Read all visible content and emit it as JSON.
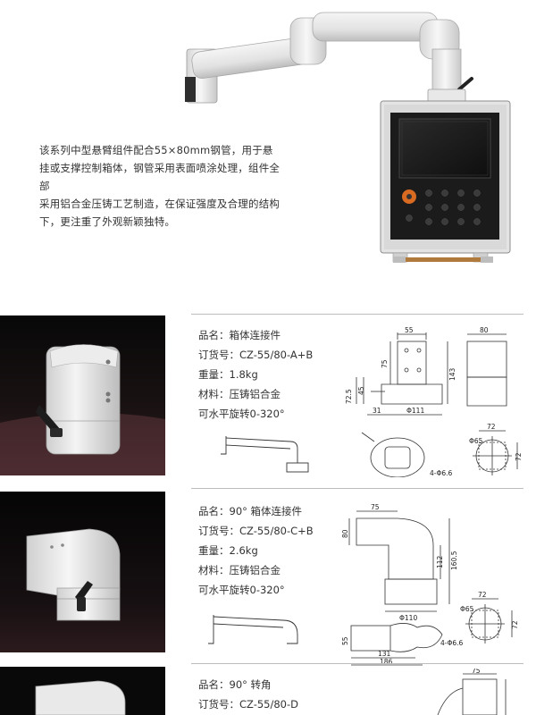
{
  "intro": {
    "lines": [
      "该系列中型悬臂组件配合55×80mm钢管，用于悬",
      "挂或支撑控制箱体，钢管采用表面喷涂处理，组件全部",
      "采用铝合金压铸工艺制造，在保证强度及合理的结构",
      "下，更注重了外观新颖独特。"
    ]
  },
  "products": [
    {
      "name": "品名：箱体连接件",
      "order": "订货号：CZ-55/80-A+B",
      "weight": "重量：1.8kg",
      "material": "材料：压铸铝合金",
      "rotation": "可水平旋转0-320°",
      "dims": {
        "d1": "55",
        "d2": "80",
        "d3": "75",
        "d4": "143",
        "d5": "72.5",
        "d6": "45",
        "d7": "31",
        "d8": "Φ111",
        "d9": "72",
        "d10": "Φ65",
        "d11": "72",
        "d12": "4-Φ6.6"
      }
    },
    {
      "name": "品名：90° 箱体连接件",
      "order": "订货号：CZ-55/80-C+B",
      "weight": "重量：2.6kg",
      "material": "材料：压铸铝合金",
      "rotation": "可水平旋转0-320°",
      "dims": {
        "d1": "75",
        "d2": "80",
        "d3": "112",
        "d4": "160.5",
        "d5": "Φ110",
        "d6": "72",
        "d7": "Φ65",
        "d8": "55",
        "d9": "72",
        "d10": "4-Φ6.6",
        "d11": "131",
        "d12": "186"
      }
    },
    {
      "name": "品名：90° 转角",
      "order": "订货号：CZ-55/80-D",
      "dims": {
        "d1": "75"
      }
    }
  ]
}
